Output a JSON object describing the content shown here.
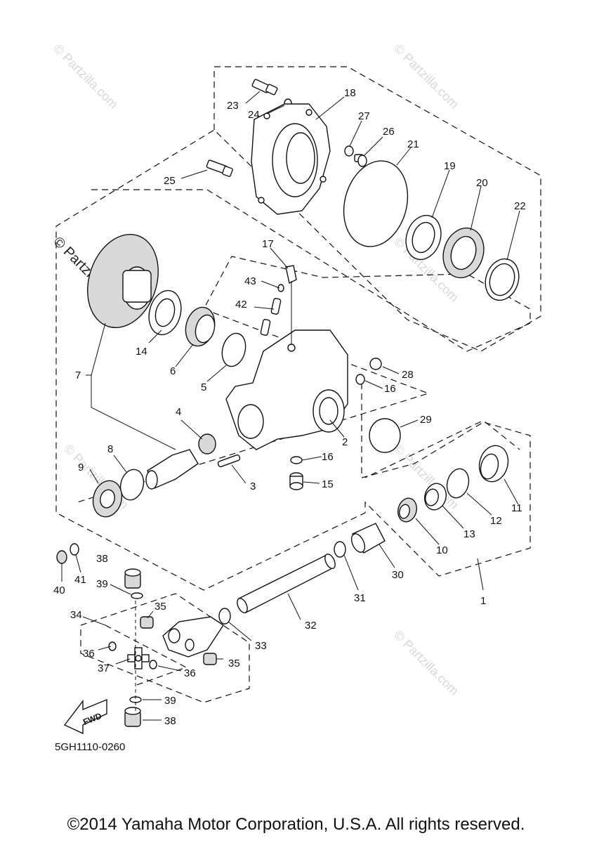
{
  "diagram": {
    "drawing_code": "5GH1110-0260",
    "direction_arrow_label": "FWD",
    "watermarks": [
      "© Partzilla.com",
      "© Partzilla.com",
      "© Partzilla.com",
      "© Partzilla.com",
      "© Partzilla.com",
      "© Partzilla.com",
      "© Partzilla.com"
    ],
    "callouts": [
      "23",
      "24",
      "18",
      "27",
      "26",
      "21",
      "25",
      "19",
      "20",
      "22",
      "17",
      "43",
      "42",
      "14",
      "6",
      "5",
      "28",
      "16",
      "7",
      "29",
      "4",
      "2",
      "8",
      "16",
      "9",
      "3",
      "15",
      "11",
      "12",
      "13",
      "10",
      "38",
      "40",
      "41",
      "39",
      "30",
      "31",
      "35",
      "34",
      "32",
      "33",
      "36",
      "37",
      "35",
      "36",
      "39",
      "38",
      "1"
    ]
  },
  "footer": {
    "copyright": "©2014 Yamaha Motor Corporation, U.S.A. All rights reserved."
  }
}
